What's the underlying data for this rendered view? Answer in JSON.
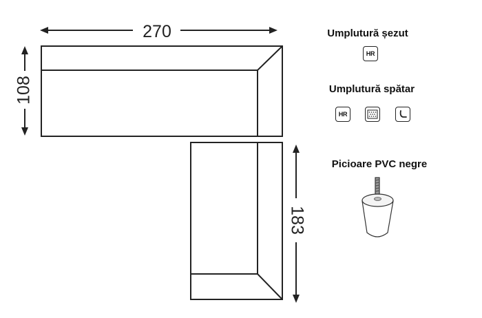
{
  "dimensions": {
    "width": "270",
    "height_left": "108",
    "height_right": "183"
  },
  "seat_filling": {
    "title": "Umplutură șezut",
    "icons": [
      {
        "name": "hr-foam-icon",
        "label": "HR"
      }
    ]
  },
  "back_filling": {
    "title": "Umplutură spătar",
    "icons": [
      {
        "name": "hr-foam-icon",
        "label": "HR"
      },
      {
        "name": "fiber-filling-icon"
      },
      {
        "name": "back-support-icon"
      }
    ]
  },
  "legs": {
    "title": "Picioare PVC negre"
  }
}
